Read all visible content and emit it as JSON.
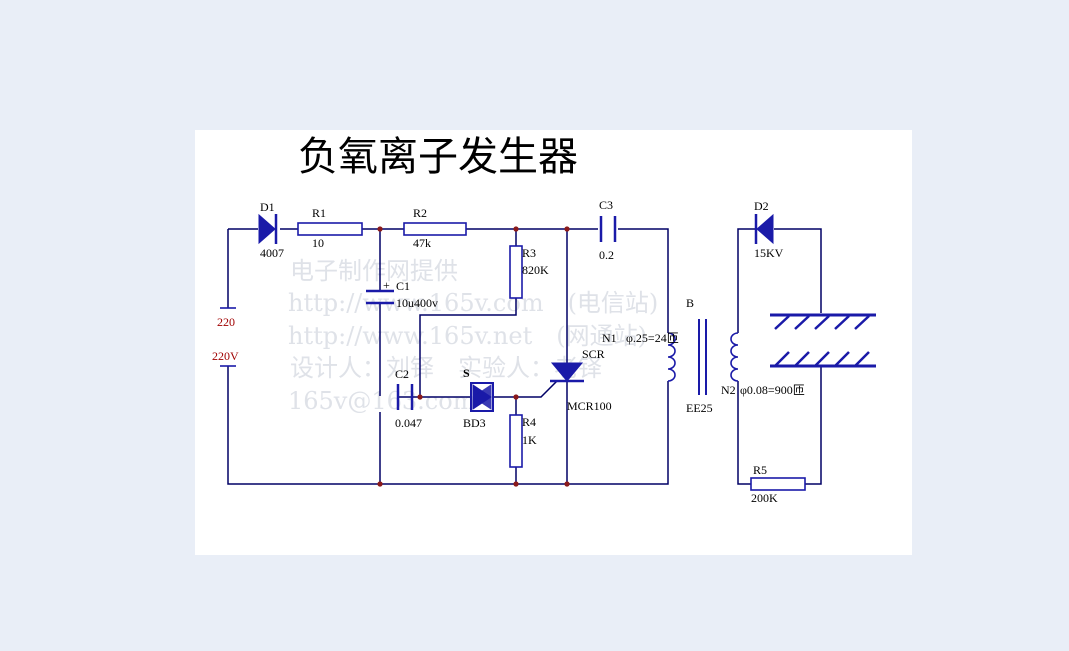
{
  "title": "负氧离子发生器",
  "watermark": [
    "电子制作网提供",
    "http://www.165v.com　(电信站)",
    "http://www.165v.net　(网通站)",
    "设计人：刘铎　实验人：老铎",
    "165v@163.com"
  ],
  "components": {
    "d1": {
      "ref": "D1",
      "value": "4007"
    },
    "r1": {
      "ref": "R1",
      "value": "10"
    },
    "r2": {
      "ref": "R2",
      "value": "47k"
    },
    "r3": {
      "ref": "R3",
      "value": "820K"
    },
    "c1": {
      "ref": "C1",
      "value": "10u400v",
      "polarity": "+"
    },
    "c2": {
      "ref": "C2",
      "value": "0.047"
    },
    "c3": {
      "ref": "C3",
      "value": "0.2"
    },
    "s": {
      "ref": "S",
      "value": "BD3"
    },
    "r4": {
      "ref": "R4",
      "value": "1K"
    },
    "scr": {
      "ref": "SCR",
      "value": "MCR100"
    },
    "transformer": {
      "ref": "B",
      "core": "EE25",
      "n1": "N1",
      "n1_spec": "φ.25=24匝",
      "n2": "N2",
      "n2_spec": "φ0.08=900匝"
    },
    "d2": {
      "ref": "D2",
      "value": "15KV"
    },
    "r5": {
      "ref": "R5",
      "value": "200K"
    },
    "mains": {
      "label1": "220",
      "label2": "220V"
    }
  },
  "colors": {
    "wire": "#000066",
    "component": "#1a1aa8",
    "junction": "#8b1a1a",
    "panel": "#ffffff",
    "background": "#e9eef7"
  }
}
